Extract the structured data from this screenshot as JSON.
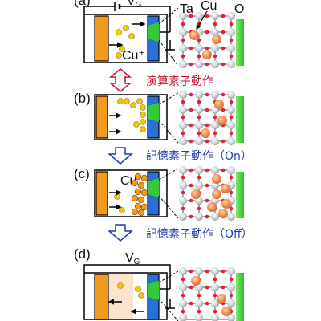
{
  "panels": {
    "a": {
      "label": "(a)",
      "voltage": "V",
      "voltage_sub": "G",
      "ion": "Cu⁺"
    },
    "b": {
      "label": "(b)"
    },
    "c": {
      "label": "(c)",
      "atom": "Cu"
    },
    "d": {
      "label": "(d)",
      "voltage": "V",
      "voltage_sub": "G"
    }
  },
  "crystal": {
    "label_ta": "Ta",
    "label_cu": "Cu",
    "label_o": "O"
  },
  "arrows": {
    "computation": "演算素子動作",
    "memory_on": "記憶素子動作（On）",
    "memory_off": "記憶素子動作（Off）"
  },
  "colors": {
    "electrode_orange": "#f39a1c",
    "electrode_blue": "#2a6fd6",
    "electrolyte_green": "#36c93a",
    "cu_particle": "#f2c80f",
    "cu_atom_orange": "#f08a4b",
    "red_text": "#c8102e",
    "blue_text": "#1f3fb0"
  }
}
